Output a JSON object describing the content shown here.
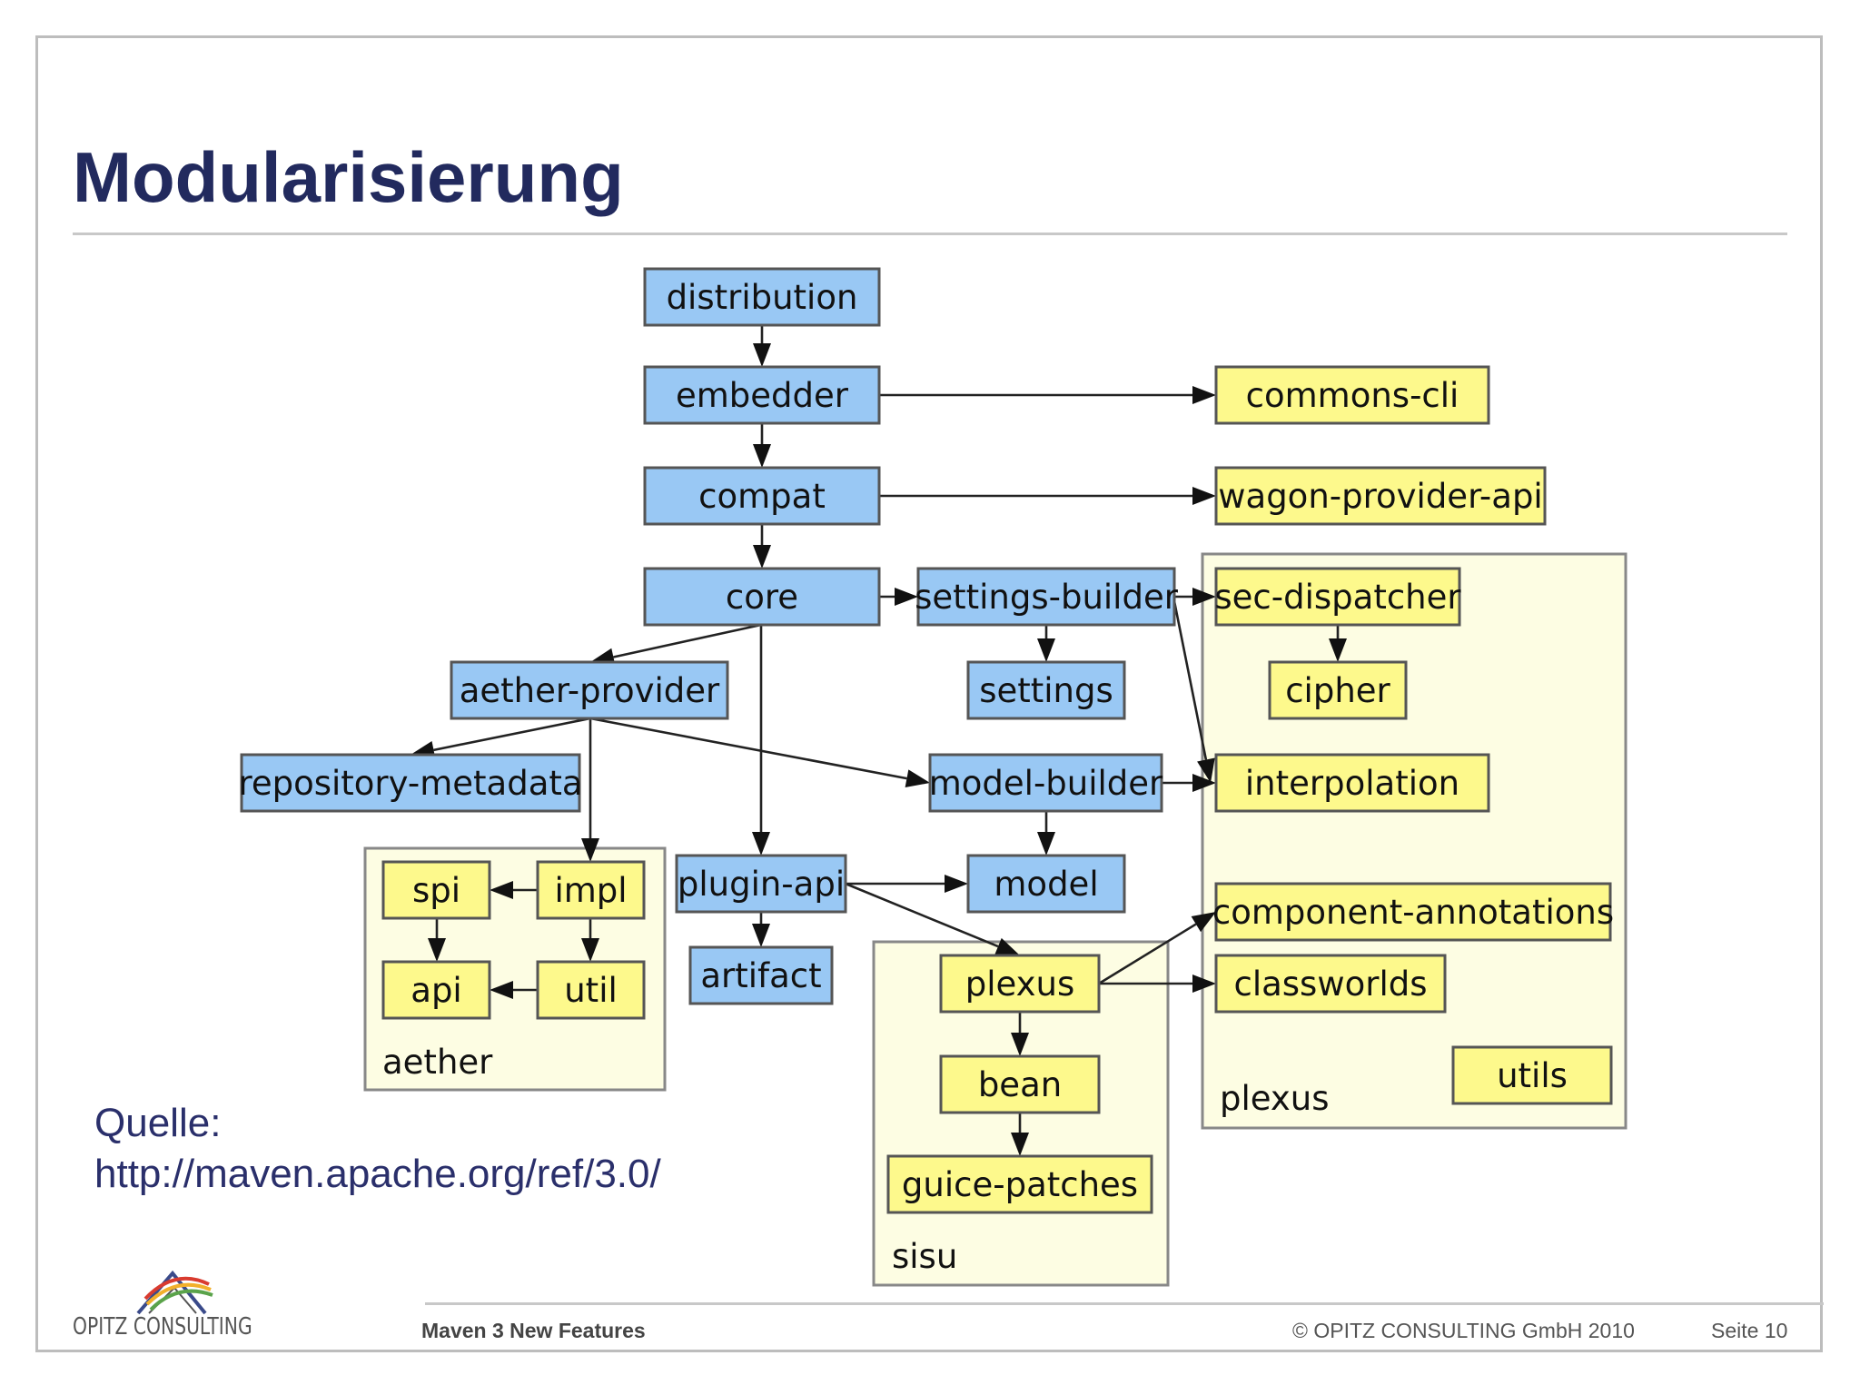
{
  "slide": {
    "title": "Modularisierung",
    "source_label": "Quelle:",
    "source_url": "http://maven.apache.org/ref/3.0/",
    "footer": {
      "presentation": "Maven 3 New Features",
      "copyright": "© OPITZ CONSULTING GmbH 2010",
      "page": "Seite 10"
    },
    "logo": {
      "text": "OPITZ CONSULTING",
      "icon": "opitz-consulting-logo"
    }
  },
  "colors": {
    "title": "#222a5e",
    "maven_module": "#99c8f4",
    "external_module": "#fdf98c",
    "group_background": "#fdfde3"
  },
  "diagram": {
    "groups": [
      {
        "id": "aether",
        "label": "aether"
      },
      {
        "id": "sisu",
        "label": "sisu"
      },
      {
        "id": "plexus",
        "label": "plexus"
      }
    ],
    "nodes": [
      {
        "id": "distribution",
        "label": "distribution",
        "kind": "maven"
      },
      {
        "id": "embedder",
        "label": "embedder",
        "kind": "maven"
      },
      {
        "id": "compat",
        "label": "compat",
        "kind": "maven"
      },
      {
        "id": "core",
        "label": "core",
        "kind": "maven"
      },
      {
        "id": "settings-builder",
        "label": "settings-builder",
        "kind": "maven"
      },
      {
        "id": "settings",
        "label": "settings",
        "kind": "maven"
      },
      {
        "id": "aether-provider",
        "label": "aether-provider",
        "kind": "maven"
      },
      {
        "id": "repository-metadata",
        "label": "repository-metadata",
        "kind": "maven"
      },
      {
        "id": "model-builder",
        "label": "model-builder",
        "kind": "maven"
      },
      {
        "id": "plugin-api",
        "label": "plugin-api",
        "kind": "maven"
      },
      {
        "id": "model",
        "label": "model",
        "kind": "maven"
      },
      {
        "id": "artifact",
        "label": "artifact",
        "kind": "maven"
      },
      {
        "id": "commons-cli",
        "label": "commons-cli",
        "kind": "external"
      },
      {
        "id": "wagon-provider-api",
        "label": "wagon-provider-api",
        "kind": "external"
      },
      {
        "id": "sec-dispatcher",
        "label": "sec-dispatcher",
        "kind": "external",
        "group": "plexus"
      },
      {
        "id": "cipher",
        "label": "cipher",
        "kind": "external",
        "group": "plexus"
      },
      {
        "id": "interpolation",
        "label": "interpolation",
        "kind": "external",
        "group": "plexus"
      },
      {
        "id": "component-annotations",
        "label": "component-annotations",
        "kind": "external",
        "group": "plexus"
      },
      {
        "id": "classworlds",
        "label": "classworlds",
        "kind": "external",
        "group": "plexus"
      },
      {
        "id": "utils",
        "label": "utils",
        "kind": "external",
        "group": "plexus"
      },
      {
        "id": "spi",
        "label": "spi",
        "kind": "external",
        "group": "aether"
      },
      {
        "id": "impl",
        "label": "impl",
        "kind": "external",
        "group": "aether"
      },
      {
        "id": "api",
        "label": "api",
        "kind": "external",
        "group": "aether"
      },
      {
        "id": "util",
        "label": "util",
        "kind": "external",
        "group": "aether"
      },
      {
        "id": "plexus-node",
        "label": "plexus",
        "kind": "external",
        "group": "sisu"
      },
      {
        "id": "bean",
        "label": "bean",
        "kind": "external",
        "group": "sisu"
      },
      {
        "id": "guice-patches",
        "label": "guice-patches",
        "kind": "external",
        "group": "sisu"
      }
    ],
    "edges": [
      {
        "from": "distribution",
        "to": "embedder"
      },
      {
        "from": "embedder",
        "to": "compat"
      },
      {
        "from": "embedder",
        "to": "commons-cli"
      },
      {
        "from": "compat",
        "to": "core"
      },
      {
        "from": "compat",
        "to": "wagon-provider-api"
      },
      {
        "from": "core",
        "to": "settings-builder"
      },
      {
        "from": "core",
        "to": "aether-provider"
      },
      {
        "from": "core",
        "to": "plugin-api"
      },
      {
        "from": "settings-builder",
        "to": "sec-dispatcher"
      },
      {
        "from": "settings-builder",
        "to": "settings"
      },
      {
        "from": "settings-builder",
        "to": "interpolation"
      },
      {
        "from": "sec-dispatcher",
        "to": "cipher"
      },
      {
        "from": "aether-provider",
        "to": "repository-metadata"
      },
      {
        "from": "aether-provider",
        "to": "model-builder"
      },
      {
        "from": "aether-provider",
        "to": "impl"
      },
      {
        "from": "model-builder",
        "to": "interpolation"
      },
      {
        "from": "model-builder",
        "to": "model"
      },
      {
        "from": "plugin-api",
        "to": "model"
      },
      {
        "from": "plugin-api",
        "to": "artifact"
      },
      {
        "from": "plugin-api",
        "to": "plexus-node"
      },
      {
        "from": "impl",
        "to": "spi"
      },
      {
        "from": "impl",
        "to": "util"
      },
      {
        "from": "spi",
        "to": "api"
      },
      {
        "from": "util",
        "to": "api"
      },
      {
        "from": "plexus-node",
        "to": "component-annotations"
      },
      {
        "from": "plexus-node",
        "to": "classworlds"
      },
      {
        "from": "plexus-node",
        "to": "bean"
      },
      {
        "from": "bean",
        "to": "guice-patches"
      }
    ]
  }
}
